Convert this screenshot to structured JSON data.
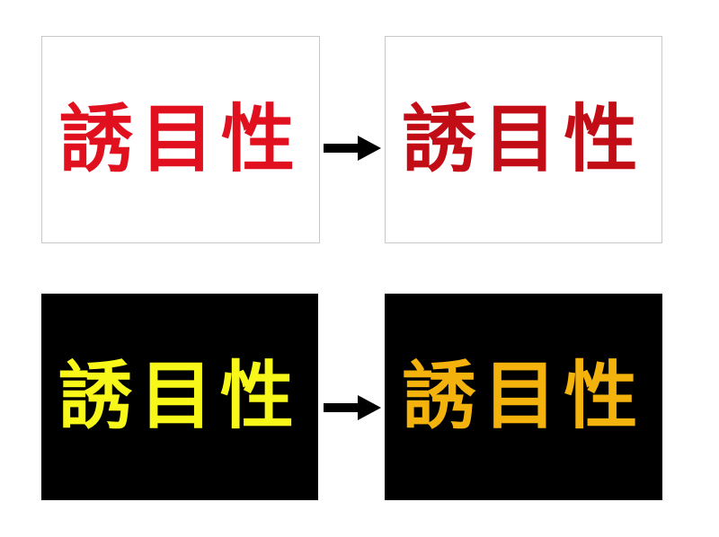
{
  "panels": [
    {
      "id": "p1",
      "text": "誘目性",
      "text_color": "#e0101e",
      "background": "#ffffff"
    },
    {
      "id": "p2",
      "text": "誘目性",
      "text_color": "#c30d16",
      "background": "#ffffff"
    },
    {
      "id": "p3",
      "text": "誘目性",
      "text_color": "#f7f71a",
      "background": "#000000"
    },
    {
      "id": "p4",
      "text": "誘目性",
      "text_color": "#f4b20d",
      "background": "#000000"
    }
  ],
  "arrows": [
    {
      "from": "p1",
      "to": "p2",
      "icon": "right-arrow-icon",
      "color": "#000000"
    },
    {
      "from": "p3",
      "to": "p4",
      "icon": "right-arrow-icon",
      "color": "#000000"
    }
  ]
}
